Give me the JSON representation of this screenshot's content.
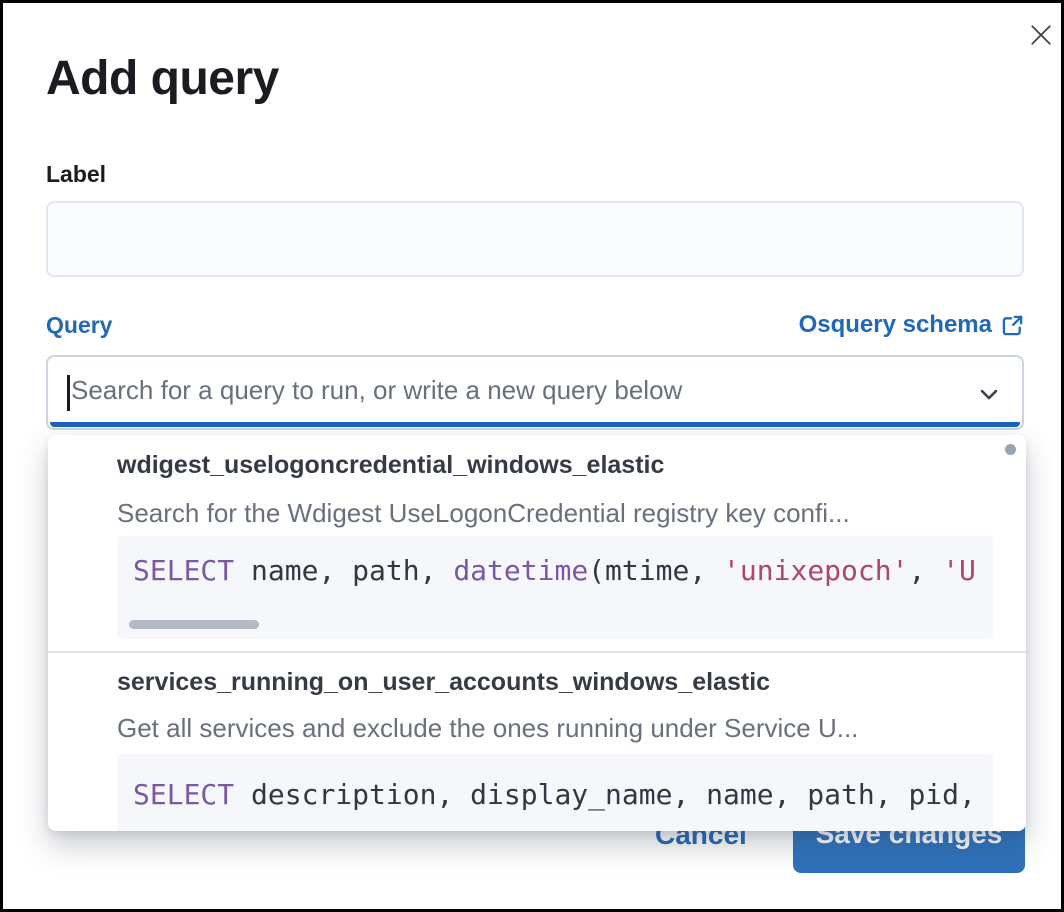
{
  "modal": {
    "title": "Add query"
  },
  "form": {
    "label_field": {
      "label": "Label",
      "value": "",
      "placeholder": ""
    },
    "query_field": {
      "label": "Query",
      "schema_link_text": "Osquery schema",
      "search_value": "",
      "search_placeholder": "Search for a query to run, or write a new query below"
    }
  },
  "dropdown": {
    "options": [
      {
        "title": "wdigest_uselogoncredential_windows_elastic",
        "description": "Search for the Wdigest UseLogonCredential registry key confi...",
        "sql_tokens": [
          {
            "text": "SELECT",
            "type": "keyword"
          },
          {
            "text": " name, path, ",
            "type": "plain"
          },
          {
            "text": "datetime",
            "type": "keyword"
          },
          {
            "text": "(mtime, ",
            "type": "plain"
          },
          {
            "text": "'unixepoch'",
            "type": "string"
          },
          {
            "text": ", ",
            "type": "plain"
          },
          {
            "text": "'U",
            "type": "string"
          }
        ]
      },
      {
        "title": "services_running_on_user_accounts_windows_elastic",
        "description": "Get all services and exclude the ones running under Service U...",
        "sql_tokens": [
          {
            "text": "SELECT",
            "type": "keyword"
          },
          {
            "text": " description, display_name, name, path, pid,",
            "type": "plain"
          }
        ]
      }
    ]
  },
  "footer": {
    "cancel_label": "Cancel",
    "save_label": "Save changes"
  },
  "icons": {
    "close": "close-x",
    "combobox_toggle": "chevron-down",
    "schema_link": "external-link",
    "scroll_indicator": "scrollbar-dot"
  },
  "colors": {
    "title_text": "#1a1c21",
    "body_text": "#343741",
    "subdued_text": "#69707d",
    "link_blue": "#2169b7",
    "focus_underline_blue": "#1a65bb",
    "save_button_blue": "#2f72ba",
    "border_gray": "#ccd4e1",
    "code_background": "#f5f7fa",
    "sql_keyword_purple": "#7b58a5",
    "sql_string_red": "#b0456a"
  }
}
